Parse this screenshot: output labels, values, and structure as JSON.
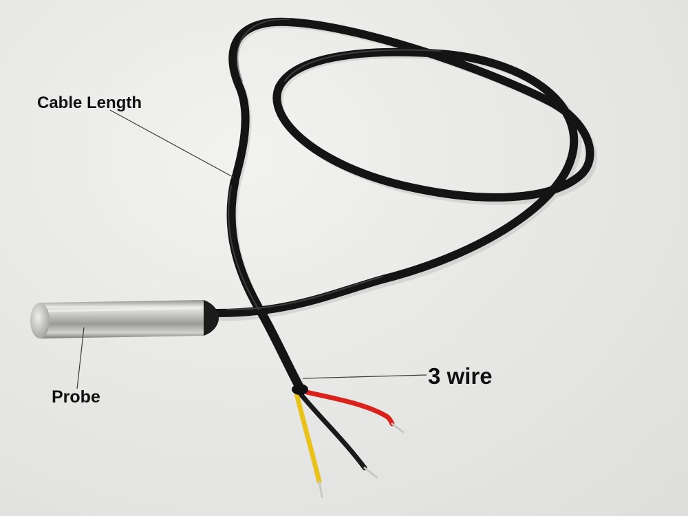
{
  "annotations": {
    "cable_length": "Cable Length",
    "probe": "Probe",
    "wire_count": "3 wire"
  },
  "colors": {
    "cable": "#141414",
    "probe_steel": "#b9b9b6",
    "wire_red": "#d9221b",
    "wire_yellow": "#e9c21a",
    "wire_black": "#1a1a1a",
    "background": "#e6e6e4"
  }
}
